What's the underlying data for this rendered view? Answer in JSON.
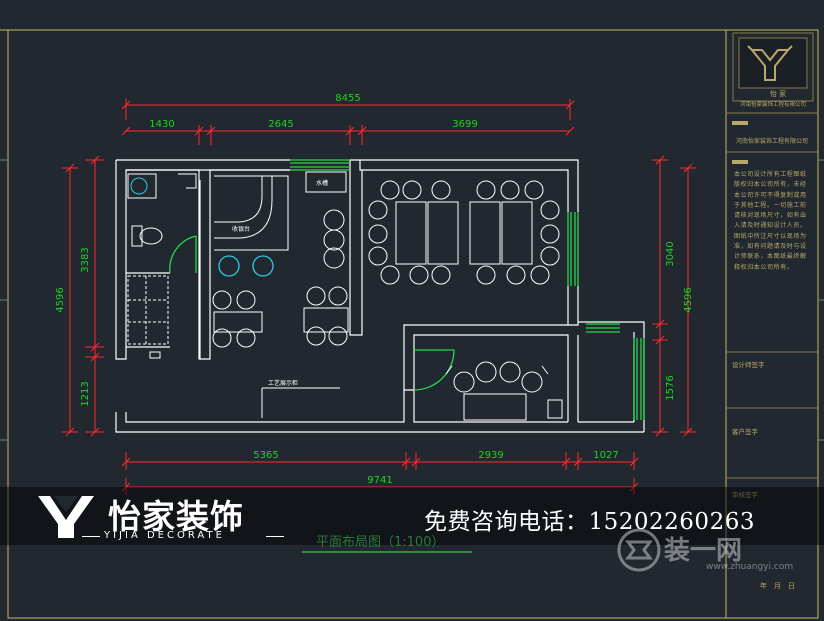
{
  "dimensions": {
    "top_total": "8455",
    "top_segments": [
      "1430",
      "2645",
      "3699"
    ],
    "bottom_segments": [
      "5365",
      "2939",
      "1027"
    ],
    "bottom_total": "9741",
    "left_upper": "3383",
    "left_outer": "4596",
    "left_lower": "1213",
    "right_upper": "3040",
    "right_outer": "4596",
    "right_lower": "1576"
  },
  "room_labels": {
    "bar_counter": "收银台",
    "washbasin": "水槽",
    "display_shelf": "工艺展示柜"
  },
  "brand": {
    "name": "怡家装饰",
    "tagline": "YIJIA DECORATE"
  },
  "hotline": {
    "label": "免费咨询电话：",
    "number": "15202260263"
  },
  "plan_title": "平面布局图（1:100）",
  "title_block": {
    "logo_caption": "怡 家",
    "company_small": "河南怡家装饰工程有限公司",
    "company_name": "河南怡家装饰工程有限公司",
    "notice_text": "本公司设计所有工程图纸版权归本公司所有，未经本公司许可不得复制或用于其他工程。一切施工前请核对现场尺寸，如有出入请及时通知设计人员。图纸中所注尺寸以现场为准，如有问题请及时与设计师联系，本图纸最终解释权归本公司所有。",
    "designer_label": "设计师签字",
    "client_label": "客户签字",
    "reviewer_label": "审核签字",
    "date_label": "年　月　日"
  },
  "watermark": {
    "name": "装一网",
    "url": "www.zhuangyi.com"
  },
  "colors": {
    "background": "#212830",
    "wall": "#ffffff",
    "dimension": "#ff2a2a",
    "dimension_text": "#1ed31e",
    "window": "#27d84a",
    "frame": "#c7b46a",
    "stool": "#2ec9e8"
  }
}
